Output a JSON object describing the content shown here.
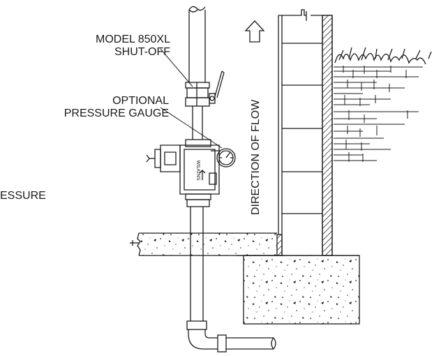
{
  "labels": {
    "shutoff_line1": "MODEL 850XL",
    "shutoff_line2": "SHUT-OFF",
    "gauge_line1": "OPTIONAL",
    "gauge_line2": "PRESSURE GAUGE",
    "pressure_partial": "ESSURE",
    "flow_direction": "DIRECTION OF FLOW",
    "valve_brand": "WILKINS"
  },
  "colors": {
    "line": "#1a1a1a",
    "background": "#ffffff"
  },
  "icons": [
    "flow-arrow-icon",
    "plant-icon"
  ]
}
